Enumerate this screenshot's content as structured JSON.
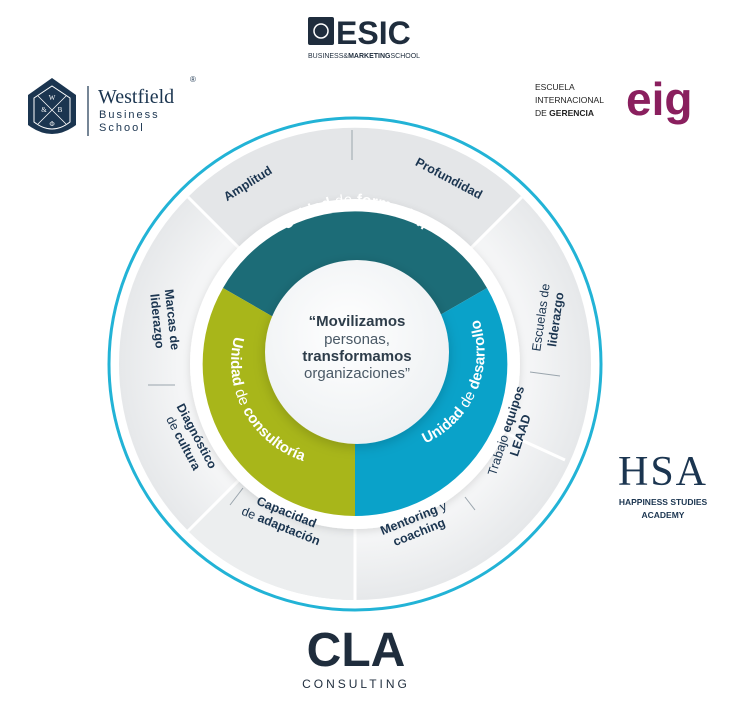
{
  "logos": {
    "esic": {
      "main": "ESIC",
      "sub_a": "BUSINESS&",
      "sub_b": "MARKETING",
      "sub_c": "SCHOOL"
    },
    "westfield": {
      "line1": "Westfield",
      "line2": "Business",
      "line3": "School",
      "mark": "®",
      "crest_letters": [
        "W",
        "&",
        "B",
        "Φ"
      ]
    },
    "eig": {
      "line1": "ESCUELA",
      "line2": "INTERNACIONAL",
      "line3_a": "DE ",
      "line3_b": "GERENCIA",
      "mark": "eig"
    },
    "hsa": {
      "mark": "HSA",
      "line1": "HAPPINESS STUDIES",
      "line2": "ACADEMY"
    },
    "cla": {
      "mark": "CLA",
      "sub": "CONSULTING"
    }
  },
  "center": {
    "line1": "“Movilizamos",
    "line2": "personas,",
    "line3": "transformamos",
    "line4": "organizaciones”"
  },
  "units": {
    "formacion": {
      "a": "Unidad",
      "b": " de ",
      "c": "formación"
    },
    "desarrollo": {
      "a": "Unidad",
      "b": " de ",
      "c": "desarrollo"
    },
    "consultoria": {
      "a": "Unidad",
      "b": " de ",
      "c": "consultoría"
    }
  },
  "outer": {
    "amplitud": "Amplitud",
    "profundidad": "Profundidad",
    "escuelas_a": "Escuelas de",
    "escuelas_b": "liderazgo",
    "trabajo_a": "Trabajo ",
    "trabajo_b": "equipos",
    "trabajo_c": "LEAAD",
    "mentoring_a": "Mentoring",
    "mentoring_b": " y",
    "mentoring_c": "coaching",
    "capacidad_a": "Capacidad",
    "capacidad_b": "de ",
    "capacidad_c": "adaptación",
    "diagnostico_a": "Diagnóstico",
    "diagnostico_b": "de ",
    "diagnostico_c": "cultura",
    "marcas_a": "Marcas de",
    "marcas_b": "liderazgo"
  },
  "colors": {
    "formacion": "#1c6c77",
    "desarrollo": "#0aa2c9",
    "consultoria": "#a8b61a",
    "navy": "#1b3550",
    "ring": "#22b3d6",
    "eig": "#8a1f5e"
  }
}
